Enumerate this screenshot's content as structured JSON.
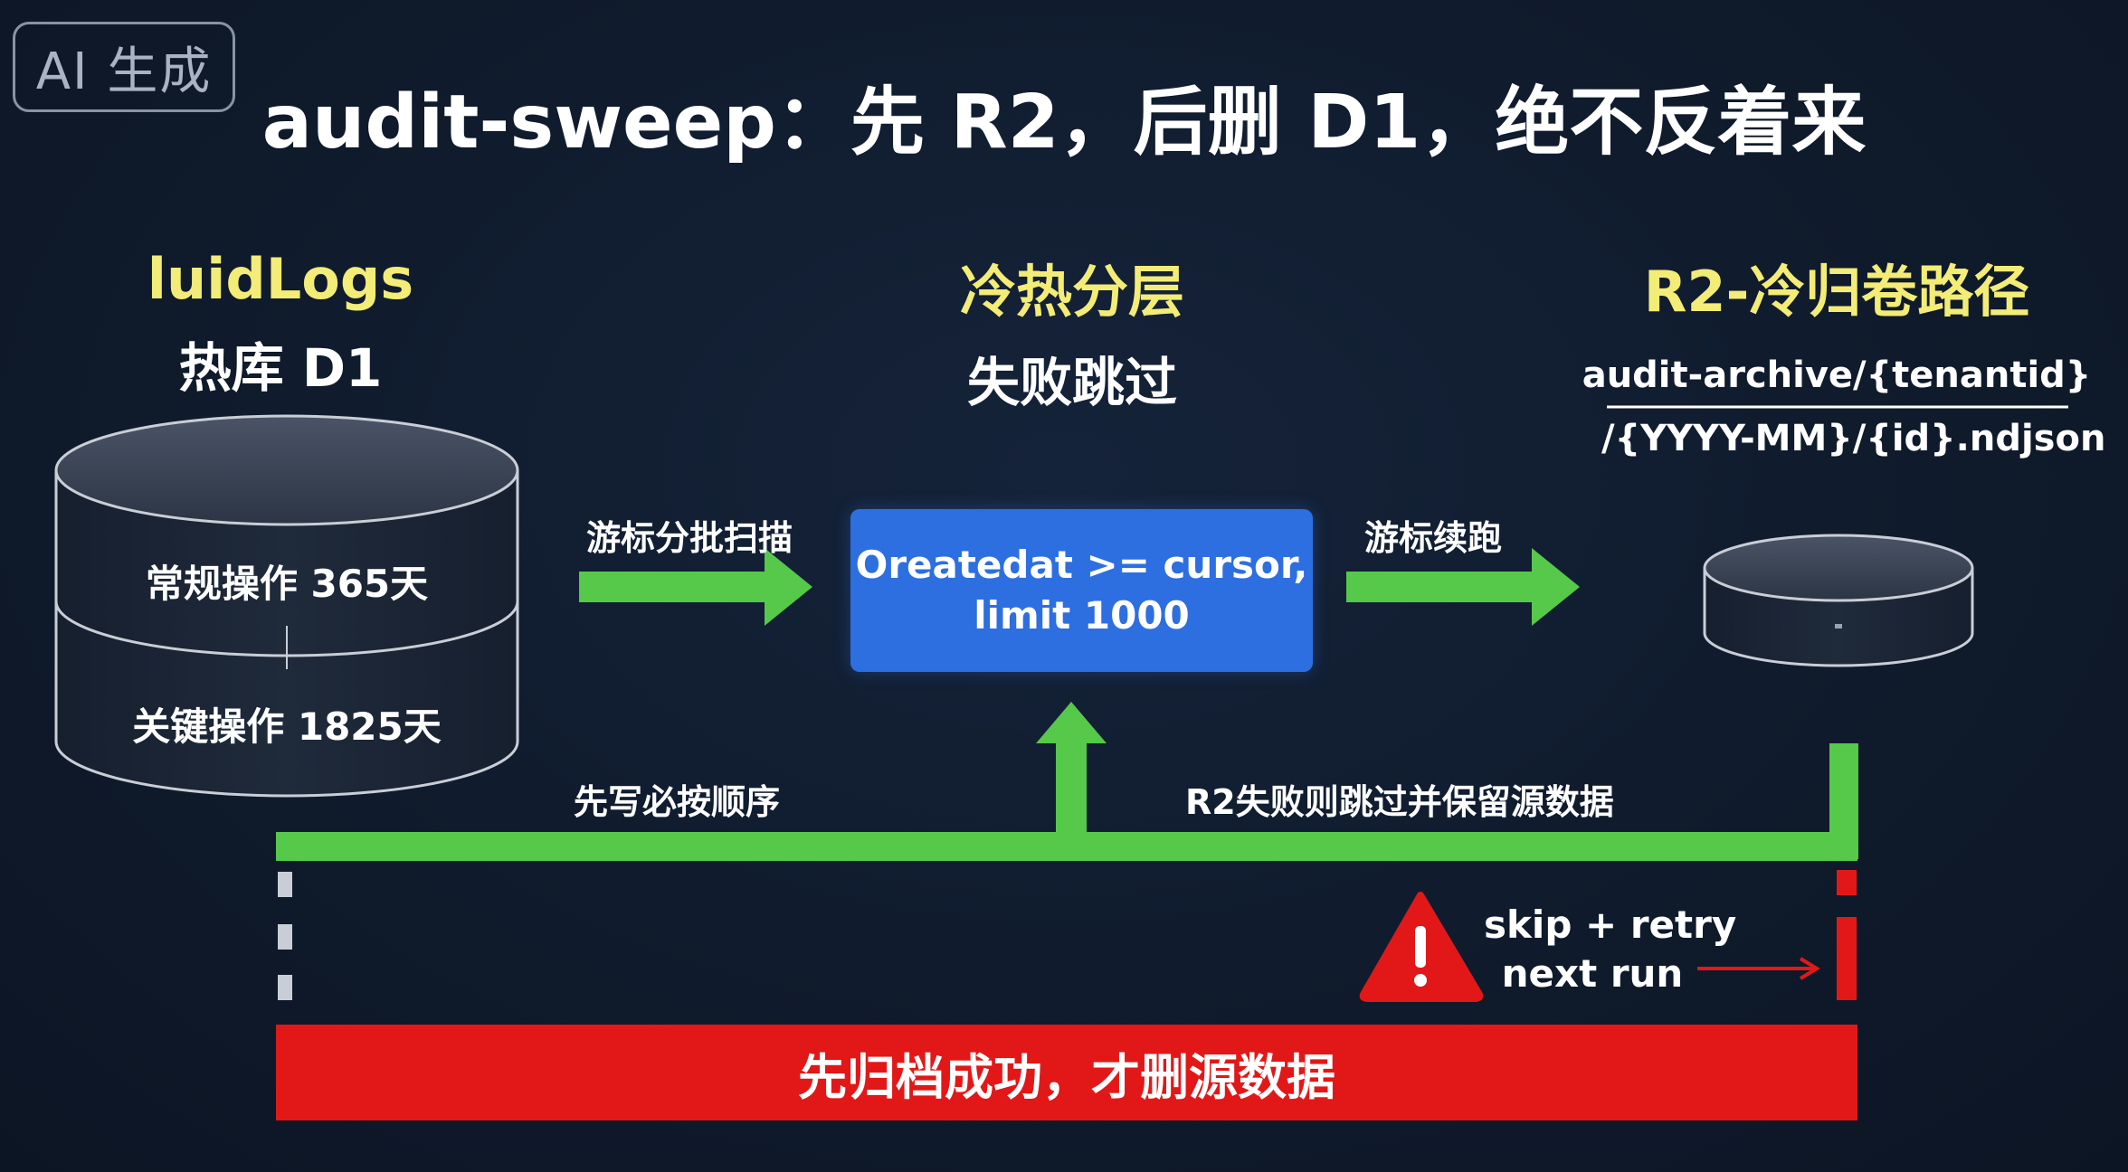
{
  "badge": "AI 生成",
  "title": "audit-sweep：先 R2，后删 D1，绝不反着来",
  "left": {
    "name": "luidLogs",
    "subtitle": "热库 D1",
    "tier_regular": "常规操作 365天",
    "tier_critical": "关键操作 1825天"
  },
  "middle": {
    "heading": "冷热分层",
    "subheading": "失败跳过",
    "query_line1": "Oreatedat >= cursor,",
    "query_line2": "limit 1000"
  },
  "right": {
    "heading": "R2-冷归卷路径",
    "path_line1": "audit-archive/{tenantid}",
    "path_line2": "/{YYYY-MM}/{id}.ndjson"
  },
  "arrows": {
    "scan_label": "游标分批扫描",
    "resume_label": "游标续跑"
  },
  "flow": {
    "order_label": "先写必按顺序",
    "skip_label": "R2失败则跳过并保留源数据"
  },
  "warning": {
    "line1": "skip + retry",
    "line2": "next run"
  },
  "bottom_bar": "先归档成功，才删源数据",
  "colors": {
    "green": "#56c84a",
    "red": "#e21818",
    "blue": "#2d6fe0",
    "yellow": "#f3ec76"
  }
}
